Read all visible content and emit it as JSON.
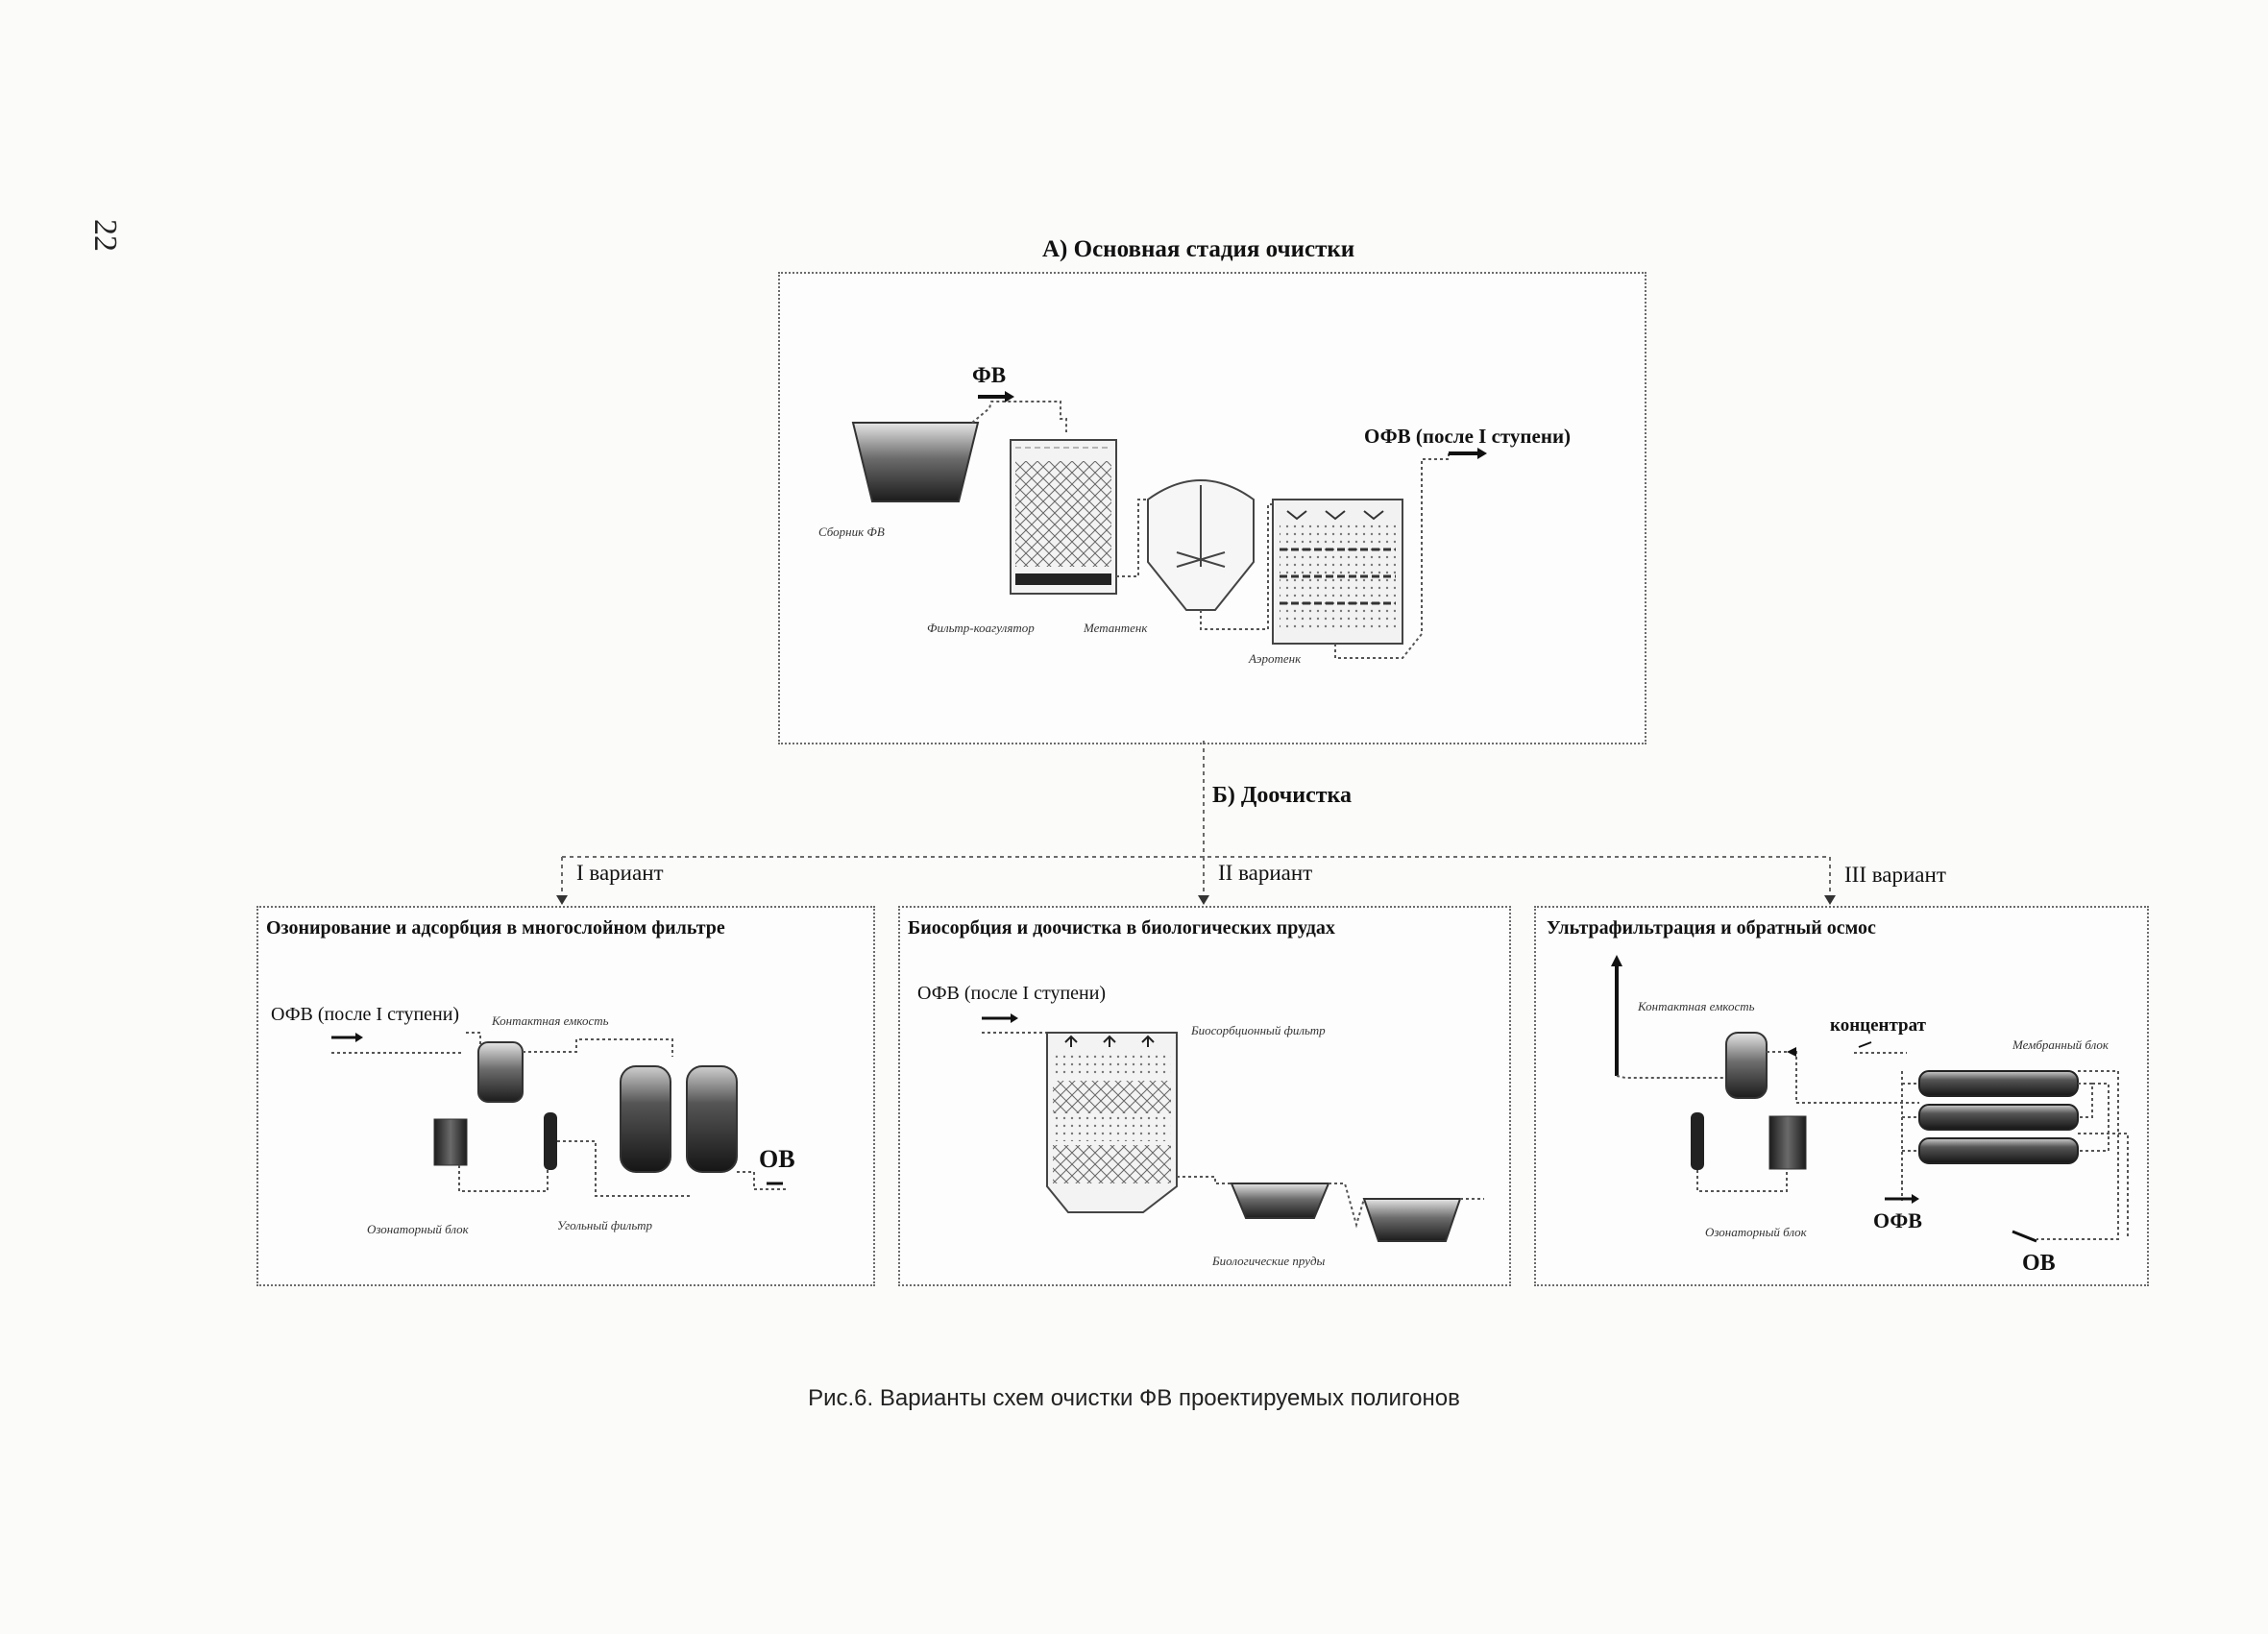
{
  "page": {
    "number": "22"
  },
  "main_stage": {
    "title": "А) Основная стадия очистки",
    "input_label": "ФВ",
    "output_label": "ОФВ (после I ступени)",
    "components": [
      "Сборник ФВ",
      "Фильтр-коагулятор",
      "Метантенк",
      "Аэротенк"
    ]
  },
  "post_treatment": {
    "title": "Б) Доочистка"
  },
  "variants": [
    {
      "label": "I вариант",
      "title": "Озонирование и адсорбция в многослойном фильтре",
      "input_label": "ОФВ (после I ступени)",
      "output_label": "ОВ",
      "components": [
        "Контактная емкость",
        "Озонаторный блок",
        "Угольный фильтр"
      ]
    },
    {
      "label": "II вариант",
      "title": "Биосорбция и доочистка в биологических прудах",
      "input_label": "ОФВ (после I ступени)",
      "components": [
        "Биосорбционный фильтр",
        "Биологические пруды"
      ]
    },
    {
      "label": "III вариант",
      "title": "Ультрафильтрация и обратный осмос",
      "concentrate_label": "концентрат",
      "input_label": "ОФВ",
      "output_label": "ОВ",
      "components": [
        "Контактная емкость",
        "Мембранный блок",
        "Озонаторный блок"
      ]
    }
  ],
  "caption": "Рис.6. Варианты схем очистки ФВ проектируемых полигонов",
  "colors": {
    "ink": "#111111",
    "frame": "#6b6b6b",
    "fill_dark": "#2a2a2a",
    "fill_mid": "#8a8a8a"
  }
}
